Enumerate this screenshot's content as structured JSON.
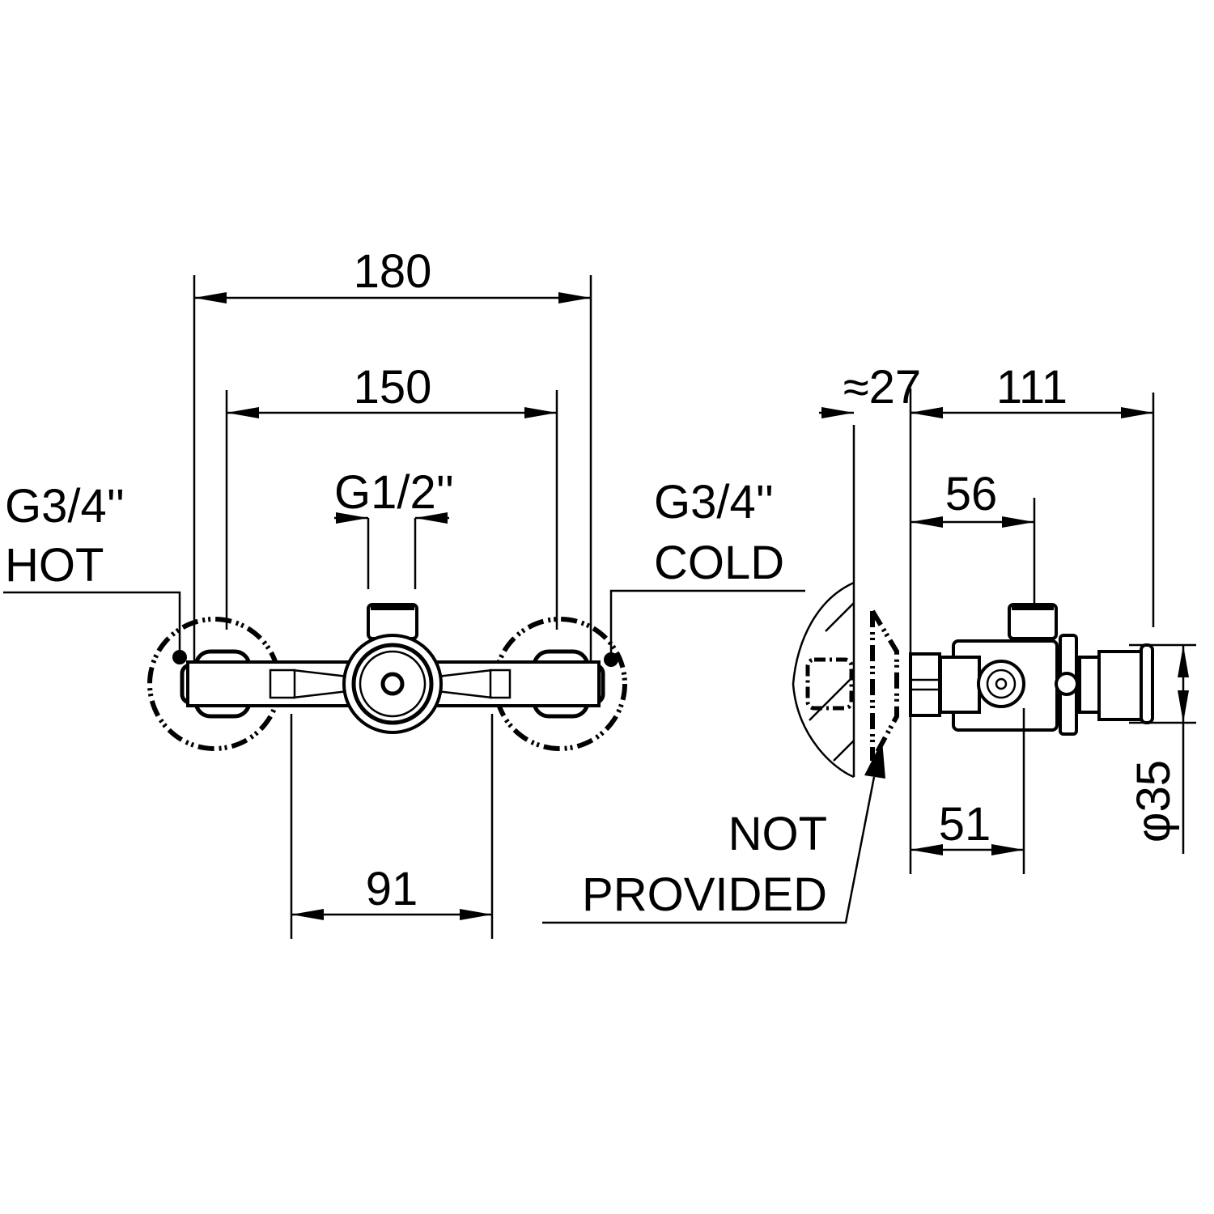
{
  "front_view": {
    "dim_overall_width": "180",
    "dim_inlet_centers": "150",
    "dim_outlet_thread": "G1/2''",
    "dim_body_width": "91",
    "hot_inlet": {
      "thread": "G3/4''",
      "label": "HOT"
    },
    "cold_inlet": {
      "thread": "G3/4''",
      "label": "COLD"
    }
  },
  "side_view": {
    "dim_wall_depth": "≈27",
    "dim_projection": "111",
    "dim_outlet_offset": "56",
    "dim_control_offset": "51",
    "dim_diameter": "φ35",
    "note_line1": "NOT",
    "note_line2": "PROVIDED"
  },
  "colors": {
    "line": "#000000",
    "background": "#ffffff"
  }
}
